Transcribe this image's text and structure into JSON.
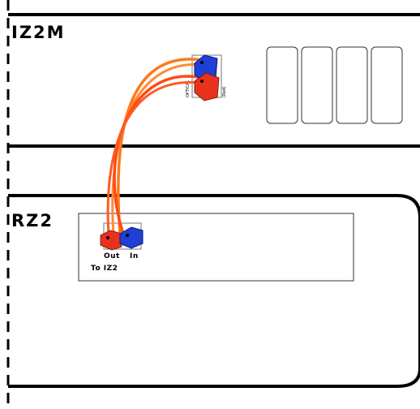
{
  "devices": {
    "top": {
      "name": "IZ2M",
      "port_label": "OPTICAL",
      "port_sublabel": "(Red)"
    },
    "bottom": {
      "name": "RZ2",
      "port_out_label": "Out",
      "port_in_label": "In",
      "caption": "To IZ2"
    }
  },
  "colors": {
    "line": "#000000",
    "fiber_orange": "#ff7a1a",
    "fiber_red": "#ff4a1a",
    "connector_blue": "#1f3fd6",
    "connector_red": "#e8331c"
  }
}
